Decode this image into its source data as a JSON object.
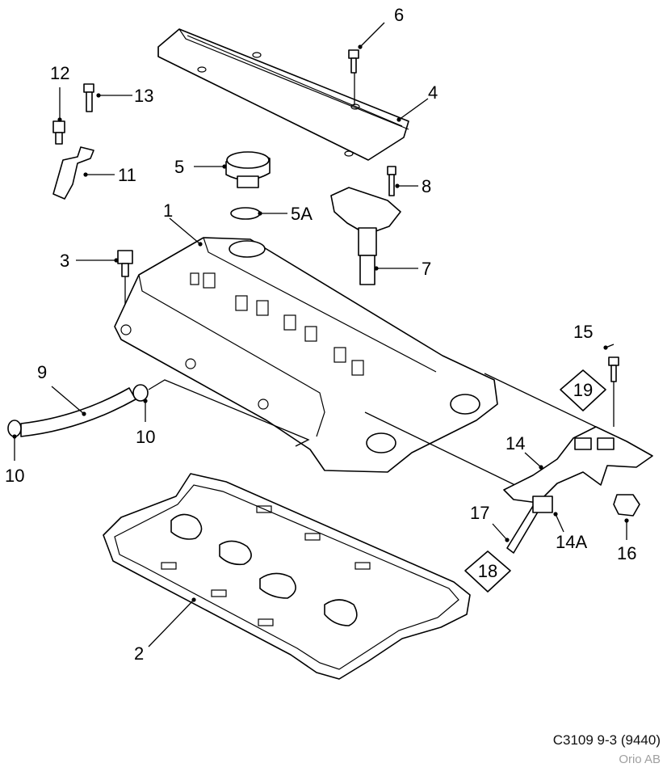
{
  "figure": {
    "callouts": {
      "c1": "1",
      "c2": "2",
      "c3": "3",
      "c4": "4",
      "c5": "5",
      "c5a": "5A",
      "c6": "6",
      "c7": "7",
      "c8": "8",
      "c9": "9",
      "c10a": "10",
      "c10b": "10",
      "c11": "11",
      "c12": "12",
      "c13": "13",
      "c14": "14",
      "c14a": "14A",
      "c15": "15",
      "c16": "16",
      "c17": "17",
      "c18": "18",
      "c19": "19"
    }
  },
  "footer": {
    "code": "C3109 9-3 (9440)",
    "brand": "Orio AB"
  }
}
